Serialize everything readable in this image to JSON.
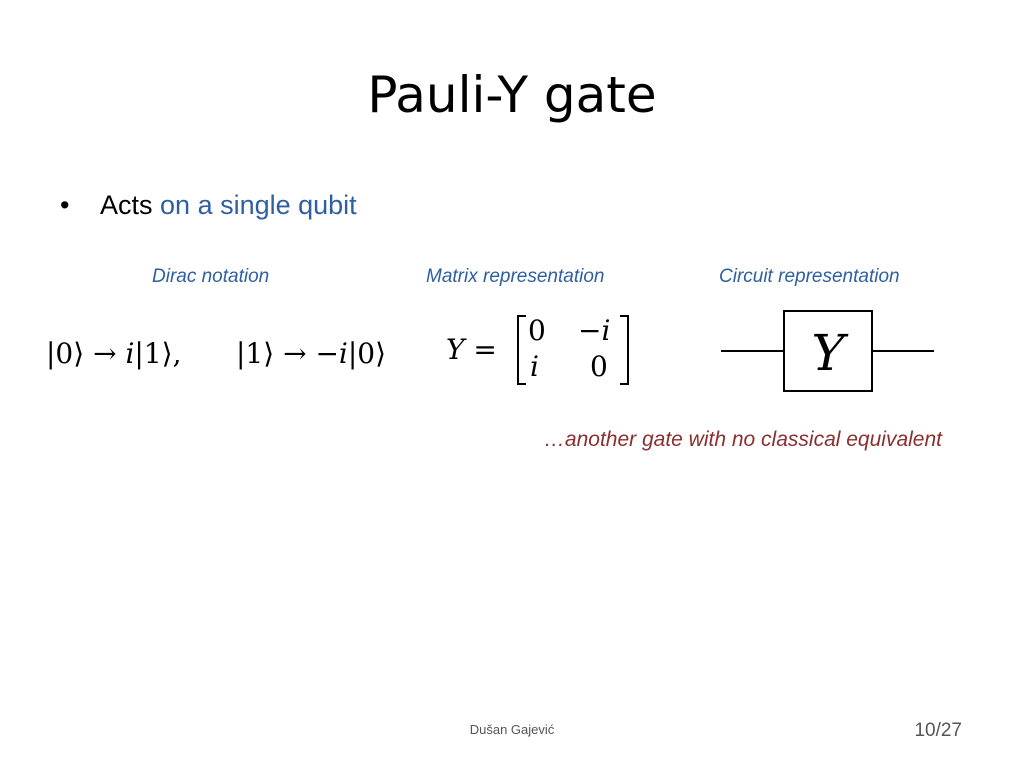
{
  "title": "Pauli-Y gate",
  "bullet": {
    "marker": "•",
    "text_plain": "Acts",
    "text_accent": "on a single qubit"
  },
  "captions": {
    "dirac": "Dirac notation",
    "matrix": "Matrix representation",
    "circuit": "Circuit representation"
  },
  "dirac": {
    "eq1": {
      "ket_in": "|0⟩",
      "arrow": "→",
      "coef": "i",
      "ket_out": "|1⟩",
      "sep": ","
    },
    "eq2": {
      "ket_in": "|1⟩",
      "arrow": "→",
      "coef": "−i",
      "ket_out": "|0⟩"
    }
  },
  "matrix": {
    "lhs": "Y =",
    "rows": [
      [
        "0",
        "−i"
      ],
      [
        "i",
        "0"
      ]
    ]
  },
  "circuit": {
    "gate_label": "Y"
  },
  "tagline": "…another gate with no classical equivalent",
  "footer": {
    "author": "Dušan Gajević",
    "page": "10/27"
  },
  "colors": {
    "accent": "#2e5fa3",
    "tagline": "#8b2e2e"
  }
}
